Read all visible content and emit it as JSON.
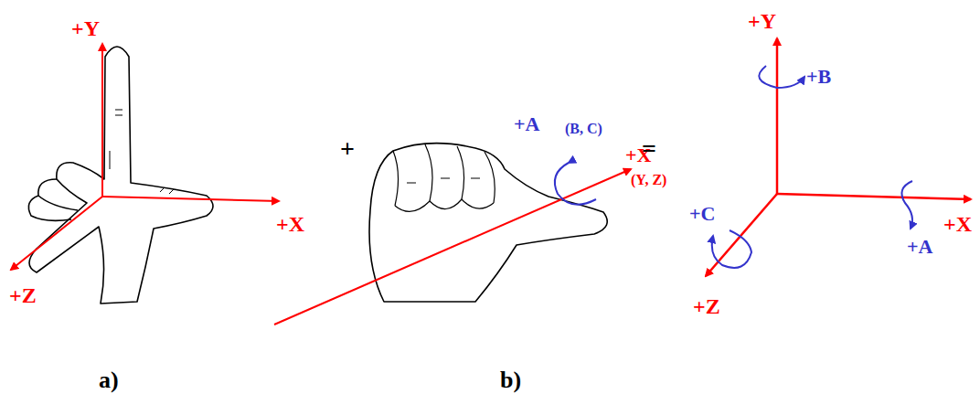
{
  "diagram": {
    "labels": [
      "+Y",
      "+X",
      "+Z",
      "+",
      "+A",
      "(B, C)",
      "+X",
      "(Y, Z)",
      "=",
      "+Y",
      "+B",
      "+X",
      "+C",
      "+Z",
      "+A",
      "a)",
      "b)"
    ]
  }
}
